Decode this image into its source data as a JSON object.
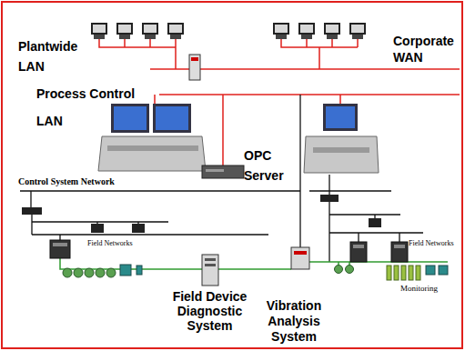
{
  "diagram": {
    "labels": [
      "Plantwide LAN",
      "Corporate WAN",
      "Process Control LAN",
      "OPC Server",
      "Control System Network",
      "Field Networks",
      "Field Networks",
      "Field Device Diagnostic System",
      "Vibration Analysis System",
      "Monitoring"
    ]
  }
}
